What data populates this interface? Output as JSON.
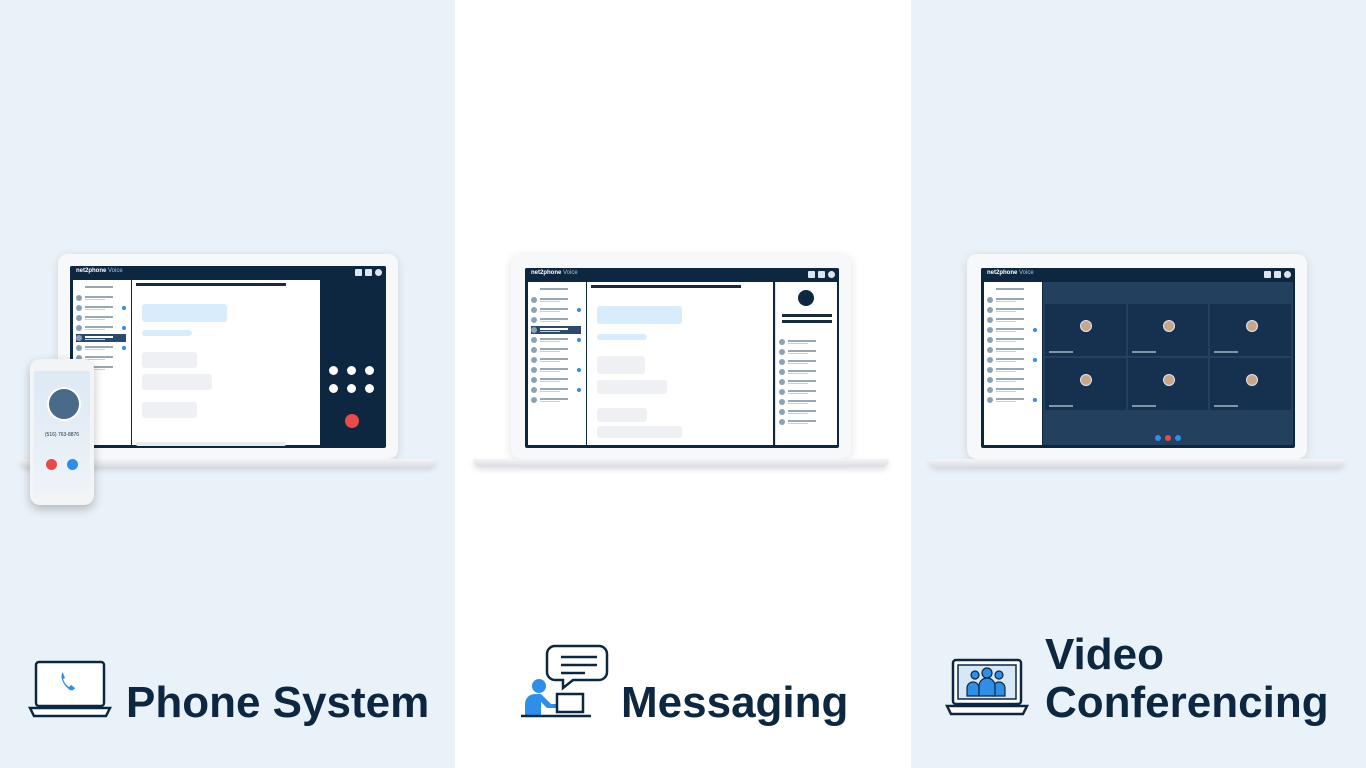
{
  "sections": [
    {
      "caption": "Phone System",
      "icon": "phone-laptop-icon"
    },
    {
      "caption": "Messaging",
      "icon": "person-chat-icon"
    },
    {
      "caption_line1": "Video",
      "caption_line2": "Conferencing",
      "icon": "group-video-icon"
    }
  ],
  "phone_mockup": {
    "number": "(516) 763-8876"
  },
  "app": {
    "logo_main": "net2phone",
    "logo_sub": "Voice"
  },
  "colors": {
    "navy": "#0e2741",
    "panel_bg": "#eaf2f9",
    "accent": "#2f8ee6",
    "hangup": "#e64b4b"
  }
}
